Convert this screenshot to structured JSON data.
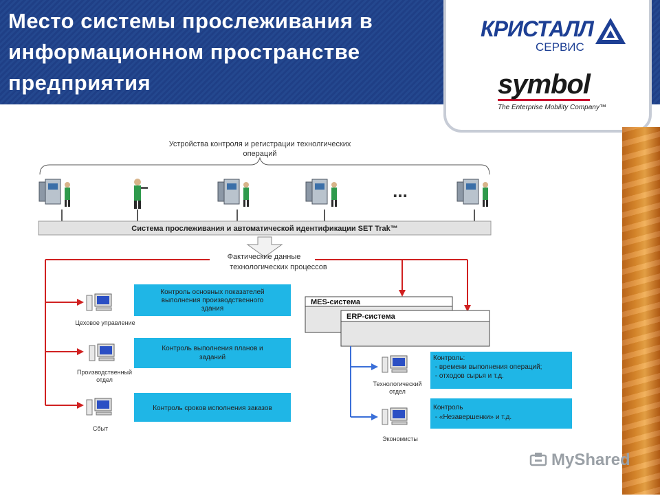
{
  "slide": {
    "title_lines": [
      "Место системы прослеживания в",
      "информационном пространстве",
      "предприятия"
    ]
  },
  "logos": {
    "kristall": "КРИСТАЛЛ",
    "servis": "СЕРВИС",
    "symbol": "symbol",
    "symbol_tagline": "The Enterprise Mobility Company™"
  },
  "diagram": {
    "devices_label_lines": [
      "Устройства контроля и регистрации технолгических",
      "операций"
    ],
    "ellipsis": "...",
    "tracking_system": "Система прослеживания и автоматической идентификации SET Trak™",
    "actual_data_lines": [
      "Фактические данные",
      "технологических процессов"
    ],
    "left_boxes": [
      {
        "lines": [
          "Контроль основных показателей",
          "выполнения производственного",
          "здания"
        ]
      },
      {
        "lines": [
          "Контроль выполнения планов и",
          "заданий"
        ]
      },
      {
        "lines": [
          "Контроль сроков исполнения заказов"
        ]
      }
    ],
    "left_pcs": [
      {
        "lines": [
          "Цеховое управление"
        ]
      },
      {
        "lines": [
          "Производственный",
          "отдел"
        ]
      },
      {
        "lines": [
          "Сбыт"
        ]
      }
    ],
    "mes": "MES-система",
    "erp": "ERP-система",
    "right_boxes": [
      {
        "lines": [
          "Контроль:",
          " - времени выполнения операций;",
          " - отходов сырья и т.д."
        ]
      },
      {
        "lines": [
          "Контроль",
          " - «Незавершенки» и т.д."
        ]
      }
    ],
    "right_pcs": [
      {
        "lines": [
          "Технологический",
          "отдел"
        ]
      },
      {
        "lines": [
          "Экономисты"
        ]
      }
    ],
    "colors": {
      "red": "#d02020",
      "blue": "#3a6fd8",
      "cyan_box": "#1fb6e6",
      "gray_bar": "#e2e2e2"
    }
  },
  "watermark": "MyShared"
}
